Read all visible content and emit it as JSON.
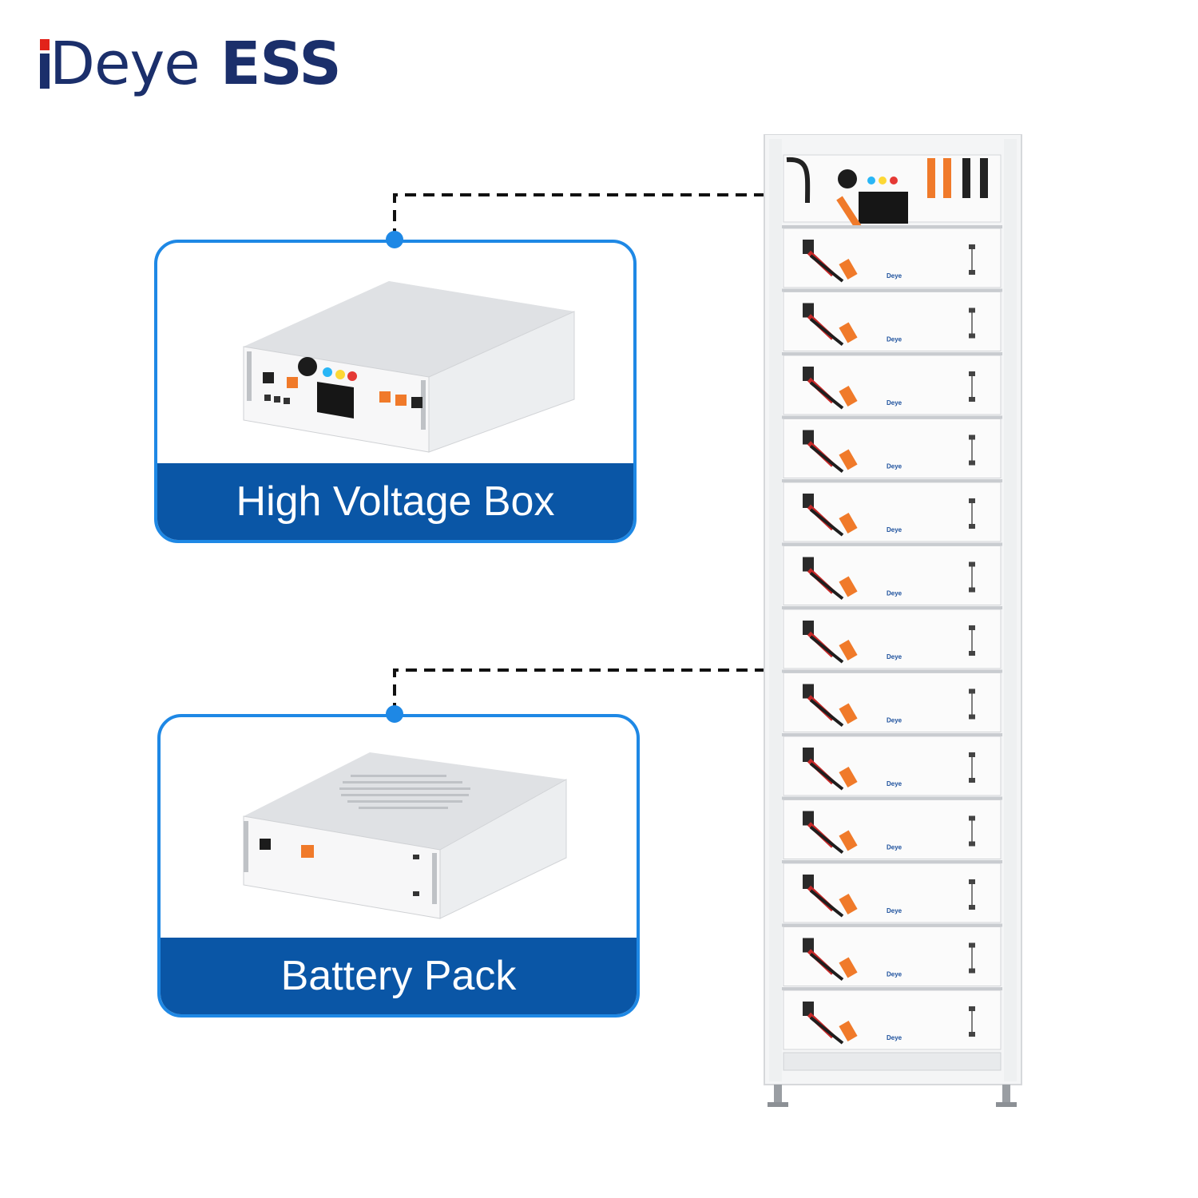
{
  "brand": {
    "name": "Deye",
    "product": "ESS",
    "colors": {
      "navy": "#1b2f6b",
      "red": "#e2231a"
    }
  },
  "cards": [
    {
      "label": "High Voltage Box"
    },
    {
      "label": "Battery Pack"
    }
  ],
  "module_brand": "Deye",
  "colors": {
    "accent": "#1e88e5",
    "caption_bg": "#0a56a6",
    "cable_orange": "#f07a2a"
  }
}
